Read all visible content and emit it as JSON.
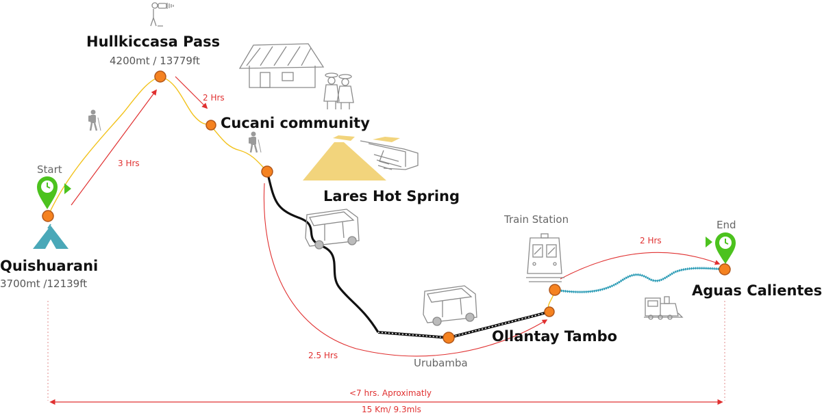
{
  "places": {
    "quishuarani": {
      "name": "Quishuarani",
      "elevation": "3700mt /12139ft"
    },
    "hullkiccasa": {
      "name": "Hullkiccasa Pass",
      "elevation": "4200mt / 13779ft"
    },
    "cucani": {
      "name": "Cucani community"
    },
    "lares": {
      "name": "Lares Hot Spring"
    },
    "urubamba": {
      "name": "Urubamba"
    },
    "ollantay": {
      "name": "Ollantay Tambo"
    },
    "train_station": {
      "name": "Train Station"
    },
    "aguas": {
      "name": "Aguas Calientes"
    }
  },
  "markers": {
    "start": "Start",
    "end": "End"
  },
  "durations": {
    "leg1": "3 Hrs",
    "leg2": "2 Hrs",
    "leg3": "2.5 Hrs",
    "leg4": "2 Hrs"
  },
  "totals": {
    "time": "<7 hrs. Aproximatly",
    "distance": "15 Km/ 9.3mls"
  },
  "colors": {
    "node": "#f58220",
    "pin": "#4cc21e",
    "hike_line": "#f2c21b",
    "arrow": "#e03030",
    "road": "#111111",
    "train": "#2a9bb5",
    "tent": "#4aa8b8"
  },
  "icons": [
    "tent-icon",
    "hiker-icon",
    "binoculars-icon",
    "house-icon",
    "people-icon",
    "hot-spring-icon",
    "van-icon",
    "train-station-icon",
    "locomotive-icon",
    "clock-pin-icon"
  ]
}
